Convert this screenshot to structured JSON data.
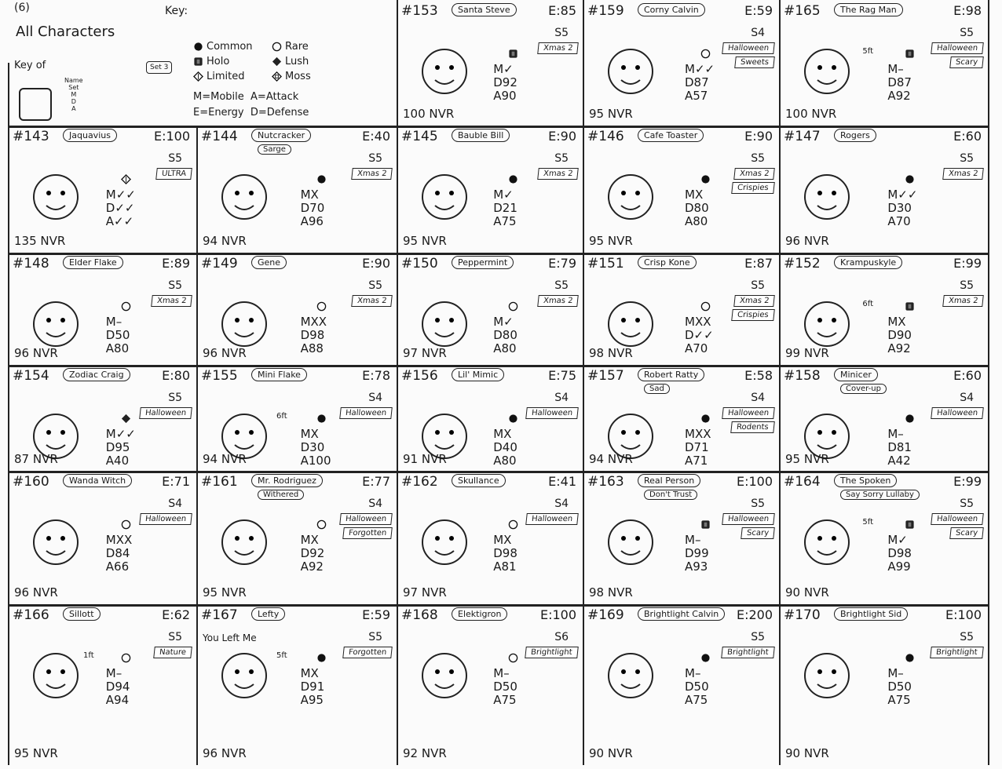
{
  "page": {
    "number": "(6)",
    "title": "All Characters",
    "key_label": "Key:"
  },
  "key": {
    "layout_label": "Key of",
    "layout_fields": [
      "Name",
      "Set",
      "M",
      "D",
      "A"
    ],
    "set_example": "Set 3",
    "rarities": [
      {
        "icon": "common",
        "label": "Common"
      },
      {
        "icon": "rare",
        "label": "Rare"
      },
      {
        "icon": "holo",
        "label": "Holo"
      },
      {
        "icon": "lush",
        "label": "Lush"
      },
      {
        "icon": "limited",
        "label": "Limited"
      },
      {
        "icon": "moss",
        "label": "Moss"
      }
    ],
    "abbrev": [
      "M=Mobile",
      "A=Attack",
      "E=Energy",
      "D=Defense"
    ]
  },
  "cards": [
    {
      "num": "#153",
      "name": "Santa Steve",
      "energy": "E:85",
      "set": "S5",
      "rarity": "holo",
      "tags": [
        "Xmas 2"
      ],
      "m": "M✓",
      "d": "D92",
      "a": "A90",
      "nvr": "100 NVR"
    },
    {
      "num": "#159",
      "name": "Corny Calvin",
      "energy": "E:59",
      "set": "S4",
      "rarity": "rare",
      "tags": [
        "Halloween",
        "Sweets"
      ],
      "m": "M✓✓",
      "d": "D87",
      "a": "A57",
      "nvr": "95 NVR"
    },
    {
      "num": "#165",
      "name": "The Rag Man",
      "energy": "E:98",
      "set": "S5",
      "rarity": "holo",
      "height": "5ft",
      "tags": [
        "Halloween",
        "Scary"
      ],
      "m": "M–",
      "d": "D87",
      "a": "A92",
      "nvr": "100 NVR"
    },
    {
      "num": "#143",
      "name": "Jaquavius",
      "energy": "E:100",
      "set": "S5",
      "rarity": "limited",
      "tags": [
        "ULTRA"
      ],
      "m": "M✓✓",
      "d": "D✓✓",
      "a": "A✓✓",
      "nvr": "135 NVR"
    },
    {
      "num": "#148",
      "name": "Elder Flake",
      "energy": "E:89",
      "set": "S5",
      "rarity": "rare",
      "tags": [
        "Xmas 2"
      ],
      "m": "M–",
      "d": "D50",
      "a": "A80",
      "nvr": "96 NVR"
    },
    {
      "num": "#154",
      "name": "Zodiac Craig",
      "energy": "E:80",
      "set": "S5",
      "rarity": "lush",
      "tags": [
        "Halloween"
      ],
      "m": "M✓✓",
      "d": "D95",
      "a": "A40",
      "nvr": "87 NVR"
    },
    {
      "num": "#160",
      "name": "Wanda Witch",
      "energy": "E:71",
      "set": "S4",
      "rarity": "rare",
      "tags": [
        "Halloween"
      ],
      "m": "MXX",
      "d": "D84",
      "a": "A66",
      "nvr": "96 NVR"
    },
    {
      "num": "#166",
      "name": "Sillott",
      "energy": "E:62",
      "set": "S5",
      "rarity": "rare",
      "height": "1ft",
      "tags": [
        "Nature"
      ],
      "m": "M–",
      "d": "D94",
      "a": "A94",
      "nvr": "95 NVR"
    },
    {
      "num": "#144",
      "name": "Nutcracker",
      "sub": "Sarge",
      "energy": "E:40",
      "set": "S5",
      "rarity": "common",
      "tags": [
        "Xmas 2"
      ],
      "m": "MX",
      "d": "D70",
      "a": "A96",
      "nvr": "94 NVR"
    },
    {
      "num": "#149",
      "name": "Gene",
      "energy": "E:90",
      "set": "S5",
      "rarity": "rare",
      "tags": [
        "Xmas 2"
      ],
      "m": "MXX",
      "d": "D98",
      "a": "A88",
      "nvr": "96 NVR"
    },
    {
      "num": "#155",
      "name": "Mini Flake",
      "energy": "E:78",
      "set": "S4",
      "rarity": "common",
      "height": "6ft",
      "tags": [
        "Halloween"
      ],
      "m": "MX",
      "d": "D30",
      "a": "A100",
      "nvr": "94 NVR"
    },
    {
      "num": "#161",
      "name": "Mr. Rodriguez",
      "sub": "Withered",
      "energy": "E:77",
      "set": "S4",
      "rarity": "rare",
      "tags": [
        "Halloween",
        "Forgotten"
      ],
      "m": "MX",
      "d": "D92",
      "a": "A92",
      "nvr": "95 NVR"
    },
    {
      "num": "#167",
      "name": "Lefty",
      "energy": "E:59",
      "set": "S5",
      "rarity": "common",
      "height": "5ft",
      "tags": [
        "Forgotten"
      ],
      "m": "MX",
      "d": "D91",
      "a": "A95",
      "nvr": "96 NVR",
      "note": "You Left Me"
    },
    {
      "num": "#145",
      "name": "Bauble Bill",
      "energy": "E:90",
      "set": "S5",
      "rarity": "common",
      "tags": [
        "Xmas 2"
      ],
      "m": "M✓",
      "d": "D21",
      "a": "A75",
      "nvr": "95 NVR"
    },
    {
      "num": "#150",
      "name": "Peppermint",
      "energy": "E:79",
      "set": "S5",
      "rarity": "rare",
      "tags": [
        "Xmas 2"
      ],
      "m": "M✓",
      "d": "D80",
      "a": "A80",
      "nvr": "97 NVR"
    },
    {
      "num": "#156",
      "name": "Lil' Mimic",
      "energy": "E:75",
      "set": "S4",
      "rarity": "common",
      "tags": [
        "Halloween"
      ],
      "m": "MX",
      "d": "D40",
      "a": "A80",
      "nvr": "91 NVR"
    },
    {
      "num": "#162",
      "name": "Skullance",
      "energy": "E:41",
      "set": "S4",
      "rarity": "rare",
      "tags": [
        "Halloween"
      ],
      "m": "MX",
      "d": "D98",
      "a": "A81",
      "nvr": "97 NVR"
    },
    {
      "num": "#168",
      "name": "Elektigron",
      "energy": "E:100",
      "set": "S6",
      "rarity": "rare",
      "tags": [
        "Brightlight"
      ],
      "m": "M–",
      "d": "D50",
      "a": "A75",
      "nvr": "92 NVR"
    },
    {
      "num": "#146",
      "name": "Cafe Toaster",
      "energy": "E:90",
      "set": "S5",
      "rarity": "common",
      "tags": [
        "Xmas 2",
        "Crispies"
      ],
      "m": "MX",
      "d": "D80",
      "a": "A80",
      "nvr": "95 NVR"
    },
    {
      "num": "#151",
      "name": "Crisp Kone",
      "energy": "E:87",
      "set": "S5",
      "rarity": "rare",
      "tags": [
        "Xmas 2",
        "Crispies"
      ],
      "m": "MXX",
      "d": "D✓✓",
      "a": "A70",
      "nvr": "98 NVR"
    },
    {
      "num": "#157",
      "name": "Robert Ratty",
      "sub": "Sad",
      "energy": "E:58",
      "set": "S4",
      "rarity": "common",
      "tags": [
        "Halloween",
        "Rodents"
      ],
      "m": "MXX",
      "d": "D71",
      "a": "A71",
      "nvr": "94 NVR"
    },
    {
      "num": "#163",
      "name": "Real Person",
      "sub": "Don't Trust",
      "energy": "E:100",
      "set": "S5",
      "rarity": "holo",
      "tags": [
        "Halloween",
        "Scary"
      ],
      "m": "M–",
      "d": "D99",
      "a": "A93",
      "nvr": "98 NVR"
    },
    {
      "num": "#169",
      "name": "Brightlight Calvin",
      "energy": "E:200",
      "set": "S5",
      "rarity": "common",
      "tags": [
        "Brightlight"
      ],
      "m": "M–",
      "d": "D50",
      "a": "A75",
      "nvr": "90 NVR"
    },
    {
      "num": "#147",
      "name": "Rogers",
      "energy": "E:60",
      "set": "S5",
      "rarity": "common",
      "tags": [
        "Xmas 2"
      ],
      "m": "M✓✓",
      "d": "D30",
      "a": "A70",
      "nvr": "96 NVR"
    },
    {
      "num": "#152",
      "name": "Krampuskyle",
      "energy": "E:99",
      "set": "S5",
      "rarity": "holo",
      "height": "6ft",
      "tags": [
        "Xmas 2"
      ],
      "m": "MX",
      "d": "D90",
      "a": "A92",
      "nvr": "99 NVR"
    },
    {
      "num": "#158",
      "name": "Minicer",
      "sub": "Cover-up",
      "energy": "E:60",
      "set": "S4",
      "rarity": "common",
      "tags": [
        "Halloween"
      ],
      "m": "M–",
      "d": "D81",
      "a": "A42",
      "nvr": "95 NVR"
    },
    {
      "num": "#164",
      "name": "The Spoken",
      "sub": "Say Sorry Lullaby",
      "energy": "E:99",
      "set": "S5",
      "rarity": "holo",
      "height": "5ft",
      "tags": [
        "Halloween",
        "Scary"
      ],
      "m": "M✓",
      "d": "D98",
      "a": "A99",
      "nvr": "90 NVR"
    },
    {
      "num": "#170",
      "name": "Brightlight Sid",
      "energy": "E:100",
      "set": "S5",
      "rarity": "common",
      "tags": [
        "Brightlight"
      ],
      "m": "M–",
      "d": "D50",
      "a": "A75",
      "nvr": "90 NVR"
    }
  ]
}
